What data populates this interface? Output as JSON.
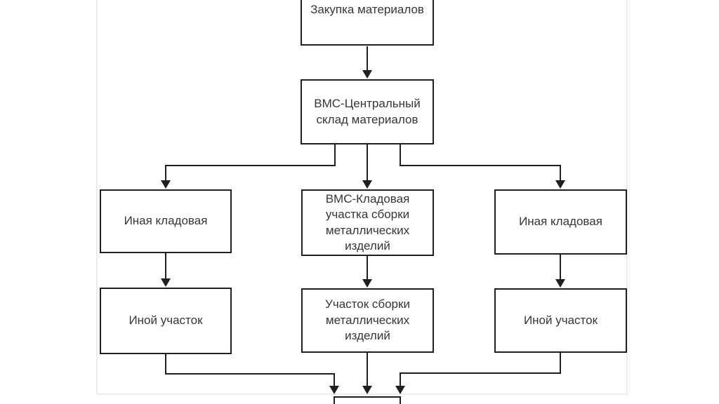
{
  "diagram": {
    "type": "flowchart",
    "language": "ru",
    "nodes": {
      "purchase": "Закупка материалов",
      "central_warehouse": "ВМС-Центральный склад материалов",
      "storeroom_other_left": "Иная кладовая",
      "storeroom_assembly": "ВМС-Кладовая участка сборки металлических изделий",
      "storeroom_other_right": "Иная кладовая",
      "section_other_left": "Иной участок",
      "section_assembly": "Участок сборки металлических изделий",
      "section_other_right": "Иной участок",
      "bottom_cut_off": ""
    },
    "edges": [
      "purchase -> central_warehouse",
      "central_warehouse -> storeroom_other_left",
      "central_warehouse -> storeroom_assembly",
      "central_warehouse -> storeroom_other_right",
      "storeroom_other_left -> section_other_left",
      "storeroom_assembly -> section_assembly",
      "storeroom_other_right -> section_other_right",
      "section_other_left -> bottom_cut_off",
      "section_assembly -> bottom_cut_off",
      "section_other_right -> bottom_cut_off"
    ],
    "colors": {
      "line": "#1f1f1f",
      "text": "#363636",
      "node_background": "#ffffff",
      "page_edge": "#ededed"
    }
  }
}
